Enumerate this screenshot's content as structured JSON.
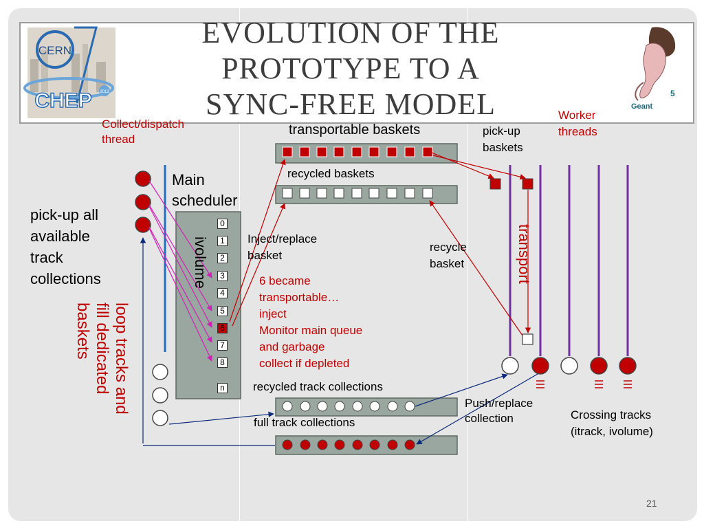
{
  "slide": {
    "title_lines": [
      "EVOLUTION OF THE",
      "PROTOTYPE TO A",
      "SYNC-FREE MODEL"
    ],
    "page_number": "21"
  },
  "logos": {
    "left_text_top": "CERN",
    "left_text_bottom": "CHEP",
    "left_badge": "2012",
    "right_text": "Geant",
    "right_digits": "5"
  },
  "labels": {
    "collect_dispatch": [
      "Collect/dispatch",
      "thread"
    ],
    "transportable_baskets": "transportable baskets",
    "recycled_baskets": "recycled baskets",
    "pickup_baskets": [
      "pick-up",
      "baskets"
    ],
    "worker_threads": [
      "Worker",
      "threads"
    ],
    "main_scheduler": [
      "Main",
      "scheduler"
    ],
    "pickup_all": [
      "pick-up all",
      "available",
      "track",
      "collections"
    ],
    "ivolume": "ivolume",
    "inject_replace": [
      "Inject/replace",
      "basket"
    ],
    "transportable_note": [
      "6 became",
      "transportable…",
      "inject",
      "Monitor main queue",
      "and garbage",
      "collect if depleted"
    ],
    "recycle_basket": [
      "recycle",
      "basket"
    ],
    "transport": "transport",
    "loop_tracks": [
      "loop tracks and",
      "fill dedicated",
      "baskets"
    ],
    "recycled_track_collections": "recycled track collections",
    "full_track_collections": "full track collections",
    "push_replace": [
      "Push/replace",
      "collection"
    ],
    "crossing_tracks": [
      "Crossing tracks",
      "(itrack, ivolume)"
    ]
  },
  "scheduler_slots": [
    "0",
    "1",
    "2",
    "3",
    "4",
    "5",
    "6",
    "7",
    "8",
    "n"
  ],
  "colors": {
    "accent_red": "#c00000",
    "blue_line": "#1f6fc4",
    "purple_line": "#7030a0",
    "magenta_arrow": "#d21fb6",
    "navy_arrow": "#0b2a7a",
    "container_gray": "#9aa6a0"
  }
}
